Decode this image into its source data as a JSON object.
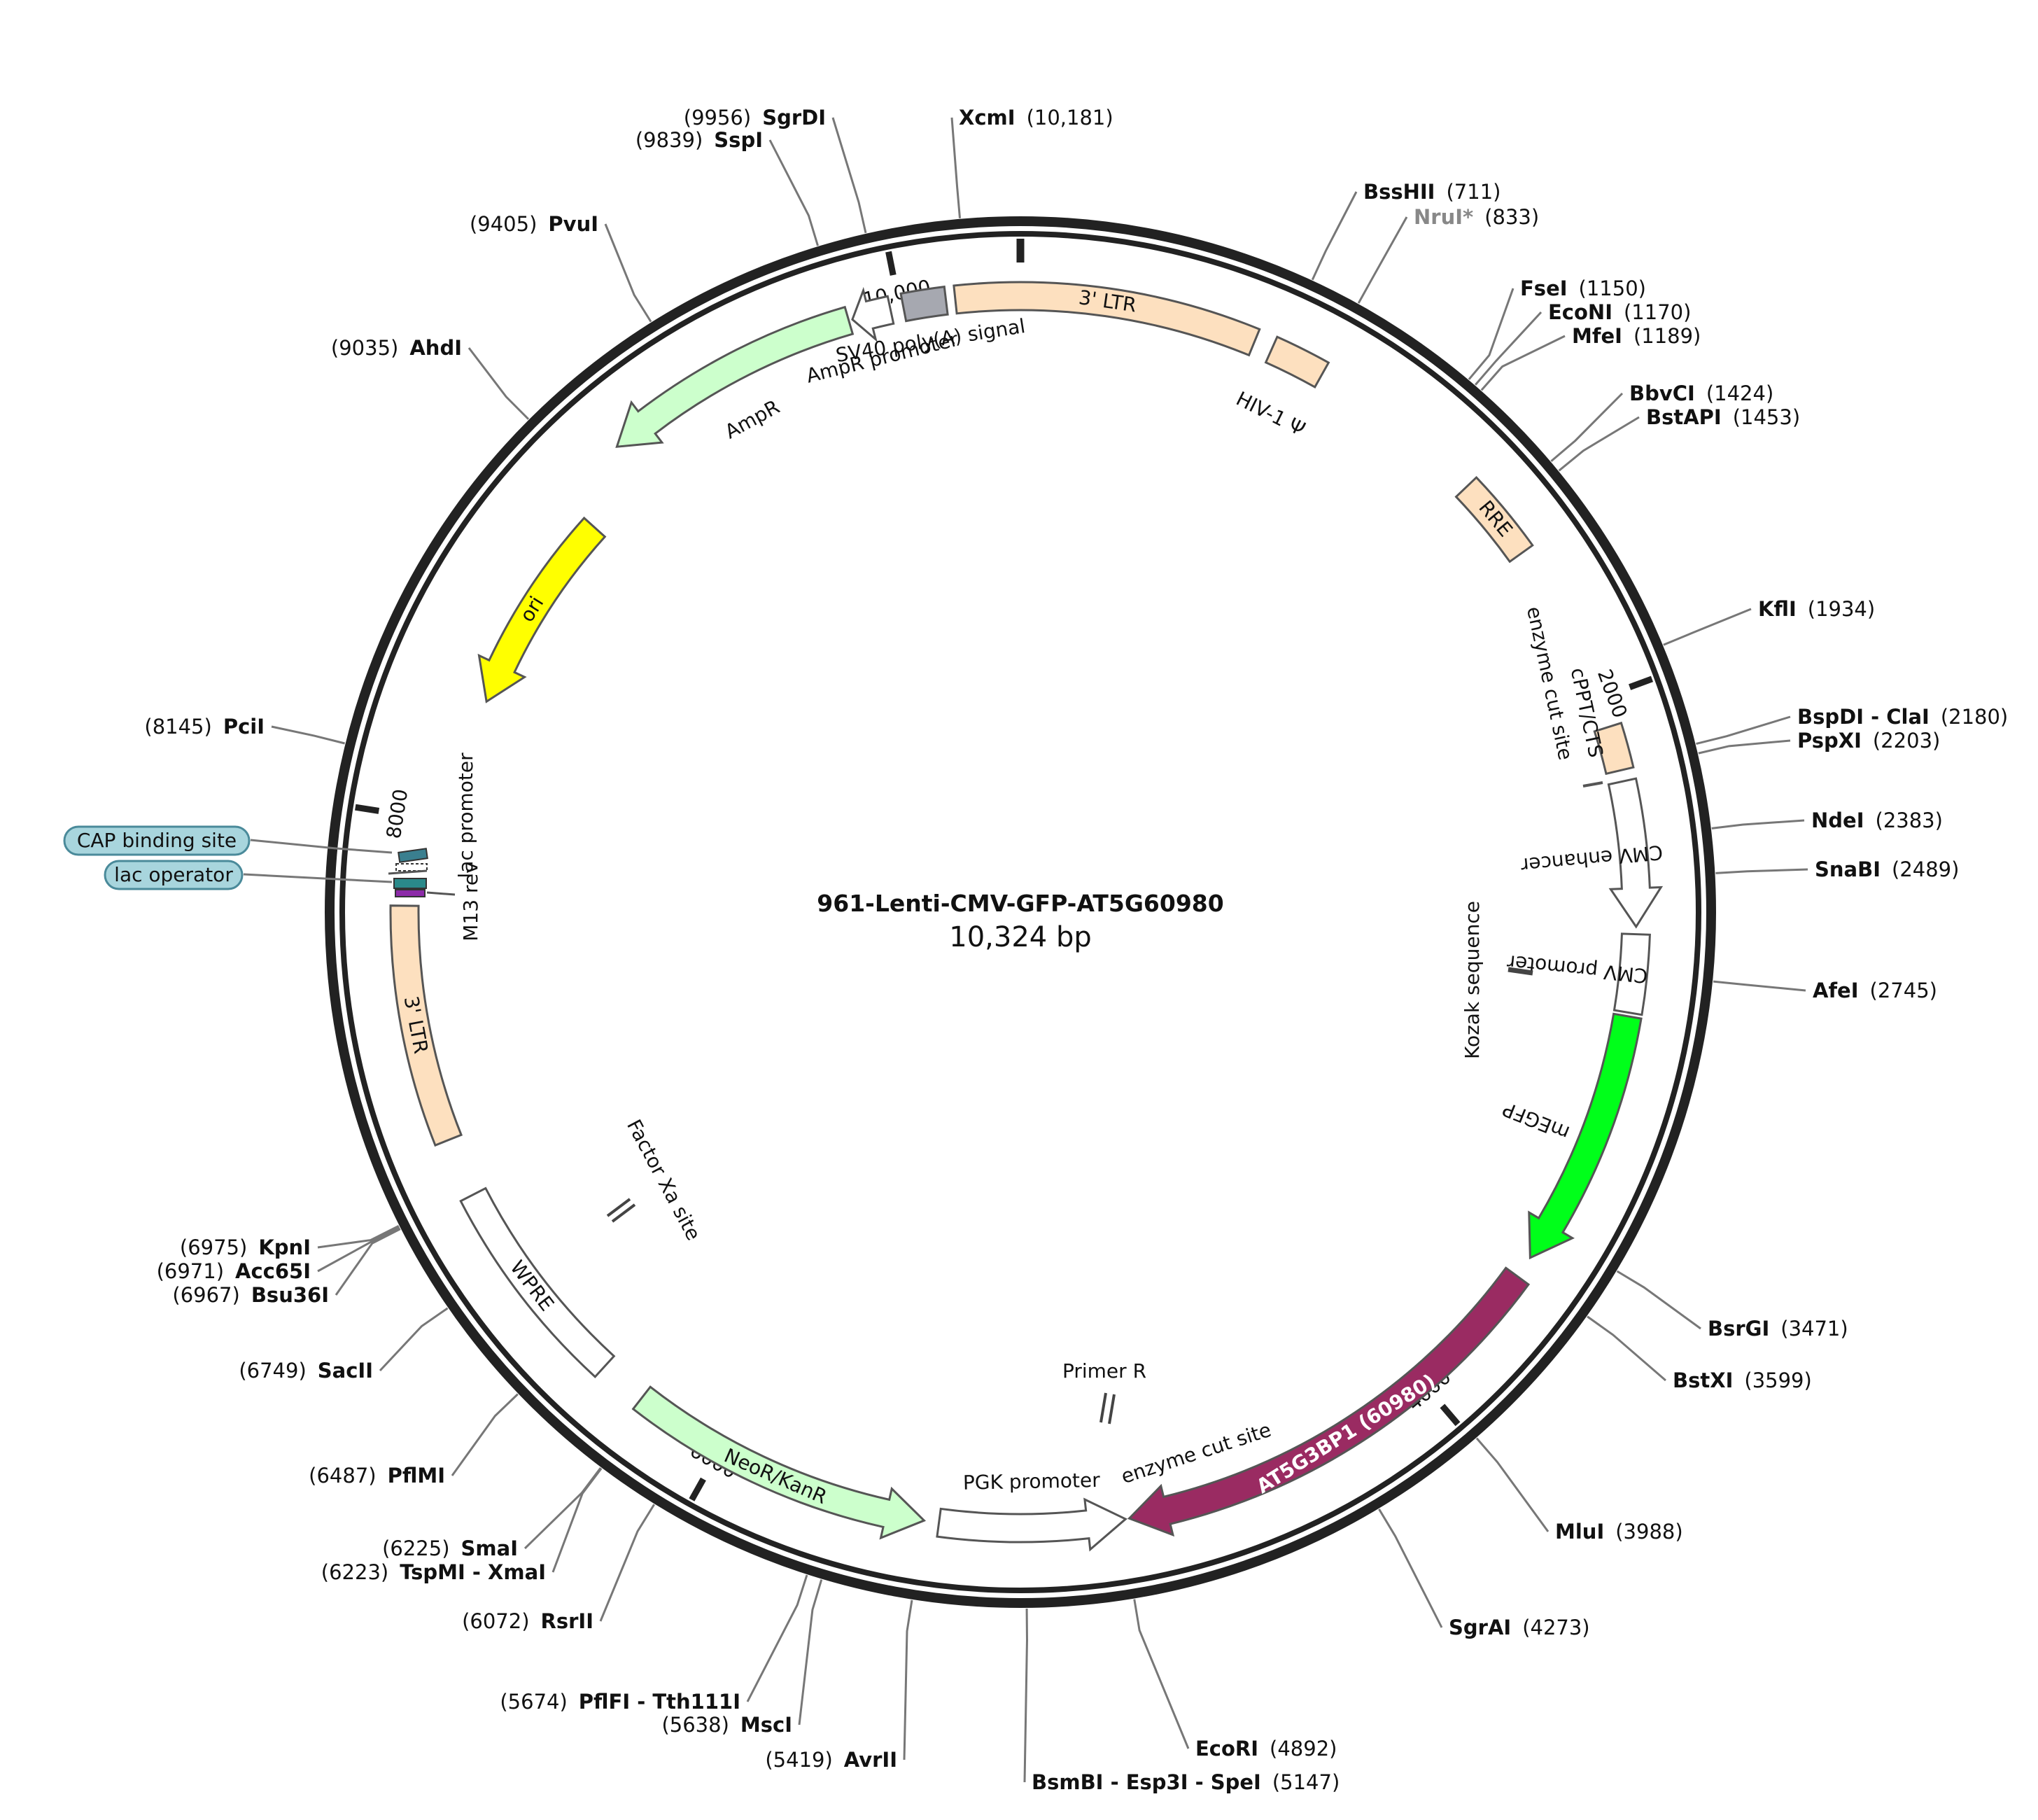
{
  "plasmid": {
    "name": "961-Lenti-CMV-GFP-AT5G60980",
    "length": 10324,
    "length_label": "10,324 bp"
  },
  "ticks": [
    {
      "pos": 2000,
      "label": "2000"
    },
    {
      "pos": 4000,
      "label": "4000"
    },
    {
      "pos": 6000,
      "label": "6000"
    },
    {
      "pos": 8000,
      "label": "8000"
    },
    {
      "pos": 10000,
      "label": "10,000"
    }
  ],
  "features": [
    {
      "id": "ltr5",
      "name": "3' LTR",
      "start": 10150,
      "end": 640,
      "type": "arc",
      "color": "#fde0bf",
      "strand": 1
    },
    {
      "id": "hiv1psi",
      "name": "HIV-1 Ψ",
      "start": 690,
      "end": 840,
      "type": "arc",
      "color": "#fde0bf",
      "strand": 1
    },
    {
      "id": "rre",
      "name": "RRE",
      "start": 1330,
      "end": 1560,
      "type": "arc",
      "color": "#fde0bf",
      "strand": 1
    },
    {
      "id": "cppt",
      "name": "cPPT/CTS",
      "start": 2080,
      "end": 2200,
      "type": "arc",
      "color": "#fde0bf",
      "strand": 1
    },
    {
      "id": "cmvenh",
      "name": "CMV enhancer",
      "start": 2230,
      "end": 2620,
      "type": "arrow",
      "color": "#ffffff",
      "strand": 1
    },
    {
      "id": "cmvprom",
      "name": "CMV promoter",
      "start": 2640,
      "end": 2850,
      "type": "arc",
      "color": "#ffffff",
      "strand": 1
    },
    {
      "id": "megfp",
      "name": "mEGFP",
      "start": 2860,
      "end": 3560,
      "type": "arrow",
      "color": "#00ff1a",
      "strand": 1
    },
    {
      "id": "at5g",
      "name": "AT5G3BP1 (60980)",
      "start": 3620,
      "end": 4870,
      "type": "arrow",
      "color": "#9a2b62",
      "strand": 1
    },
    {
      "id": "pgk",
      "name": "PGK promoter",
      "start": 4880,
      "end": 5380,
      "type": "arrow",
      "color": "#ffffff",
      "strand": -1
    },
    {
      "id": "neor",
      "name": "NeoR/KanR",
      "start": 5420,
      "end": 6250,
      "type": "arrow",
      "color": "#ccffcc",
      "strand": -1
    },
    {
      "id": "wpre",
      "name": "WPRE",
      "start": 6380,
      "end": 6960,
      "type": "arc",
      "color": "#ffffff",
      "strand": 1
    },
    {
      "id": "ltr3",
      "name": "3' LTR",
      "start": 7120,
      "end": 7760,
      "type": "arc",
      "color": "#fde0bf",
      "strand": 1
    },
    {
      "id": "ori",
      "name": "ori",
      "start": 8360,
      "end": 8950,
      "type": "arrow",
      "color": "#ffff00",
      "strand": -1
    },
    {
      "id": "ampr",
      "name": "AmpR",
      "start": 9150,
      "end": 9860,
      "type": "arrow",
      "color": "#ccffcc",
      "strand": -1
    },
    {
      "id": "amprprom",
      "name": "AmpR promoter",
      "start": 9870,
      "end": 9975,
      "type": "arrow",
      "color": "#ffffff",
      "strand": -1
    },
    {
      "id": "sv40",
      "name": "SV40 poly(A) signal",
      "start": 10010,
      "end": 10125,
      "type": "arc",
      "color": "#a6a8b0",
      "strand": 1
    }
  ],
  "small_features": [
    {
      "name": "enzyme cut site",
      "label": "enzyme cut site"
    },
    {
      "name": "kozak",
      "label": "Kozak sequence"
    },
    {
      "name": "enzyme cut site 2",
      "label": "enzyme cut site"
    },
    {
      "name": "primer r",
      "label": "Primer R"
    },
    {
      "name": "factor xa",
      "label": "Factor Xa site"
    },
    {
      "name": "lac promoter",
      "label": "lac promoter"
    },
    {
      "name": "m13 rev",
      "label": "M13 rev"
    }
  ],
  "boxed_labels": [
    {
      "name": "CAP binding site",
      "label": "CAP binding site"
    },
    {
      "name": "lac operator",
      "label": "lac operator"
    }
  ],
  "sites": [
    {
      "name": "XcmI",
      "pos_label": "(10,181)",
      "pos": 10181
    },
    {
      "name": "SgrDI",
      "pos_label": "(9956)",
      "pos": 9956
    },
    {
      "name": "SspI",
      "pos_label": "(9839)",
      "pos": 9839
    },
    {
      "name": "PvuI",
      "pos_label": "(9405)",
      "pos": 9405
    },
    {
      "name": "AhdI",
      "pos_label": "(9035)",
      "pos": 9035
    },
    {
      "name": "PciI",
      "pos_label": "(8145)",
      "pos": 8145
    },
    {
      "name": "KpnI",
      "pos_label": "(6975)",
      "pos": 6975
    },
    {
      "name": "Acc65I",
      "pos_label": "(6971)",
      "pos": 6971
    },
    {
      "name": "Bsu36I",
      "pos_label": "(6967)",
      "pos": 6967
    },
    {
      "name": "SacII",
      "pos_label": "(6749)",
      "pos": 6749
    },
    {
      "name": "PflMI",
      "pos_label": "(6487)",
      "pos": 6487
    },
    {
      "name": "SmaI",
      "pos_label": "(6225)",
      "pos": 6225
    },
    {
      "name": "TspMI - XmaI",
      "pos_label": "(6223)",
      "pos": 6223
    },
    {
      "name": "RsrII",
      "pos_label": "(6072)",
      "pos": 6072
    },
    {
      "name": "PflFI - Tth111I",
      "pos_label": "(5674)",
      "pos": 5674
    },
    {
      "name": "MscI",
      "pos_label": "(5638)",
      "pos": 5638
    },
    {
      "name": "AvrII",
      "pos_label": "(5419)",
      "pos": 5419
    },
    {
      "name": "BsmBI - Esp3I - SpeI",
      "pos_label": "(5147)",
      "pos": 5147
    },
    {
      "name": "EcoRI",
      "pos_label": "(4892)",
      "pos": 4892
    },
    {
      "name": "SgrAI",
      "pos_label": "(4273)",
      "pos": 4273
    },
    {
      "name": "MluI",
      "pos_label": "(3988)",
      "pos": 3988
    },
    {
      "name": "BstXI",
      "pos_label": "(3599)",
      "pos": 3599
    },
    {
      "name": "BsrGI",
      "pos_label": "(3471)",
      "pos": 3471
    },
    {
      "name": "AfeI",
      "pos_label": "(2745)",
      "pos": 2745
    },
    {
      "name": "SnaBI",
      "pos_label": "(2489)",
      "pos": 2489
    },
    {
      "name": "NdeI",
      "pos_label": "(2383)",
      "pos": 2383
    },
    {
      "name": "PspXI",
      "pos_label": "(2203)",
      "pos": 2203
    },
    {
      "name": "BspDI - ClaI",
      "pos_label": "(2180)",
      "pos": 2180
    },
    {
      "name": "KflI",
      "pos_label": "(1934)",
      "pos": 1934
    },
    {
      "name": "BstAPI",
      "pos_label": "(1453)",
      "pos": 1453
    },
    {
      "name": "BbvCI",
      "pos_label": "(1424)",
      "pos": 1424
    },
    {
      "name": "MfeI",
      "pos_label": "(1189)",
      "pos": 1189
    },
    {
      "name": "EcoNI",
      "pos_label": "(1170)",
      "pos": 1170
    },
    {
      "name": "FseI",
      "pos_label": "(1150)",
      "pos": 1150
    },
    {
      "name": "NruI*",
      "pos_label": "(833)",
      "pos": 833,
      "color": "#888888"
    },
    {
      "name": "BssHII",
      "pos_label": "(711)",
      "pos": 711
    }
  ]
}
